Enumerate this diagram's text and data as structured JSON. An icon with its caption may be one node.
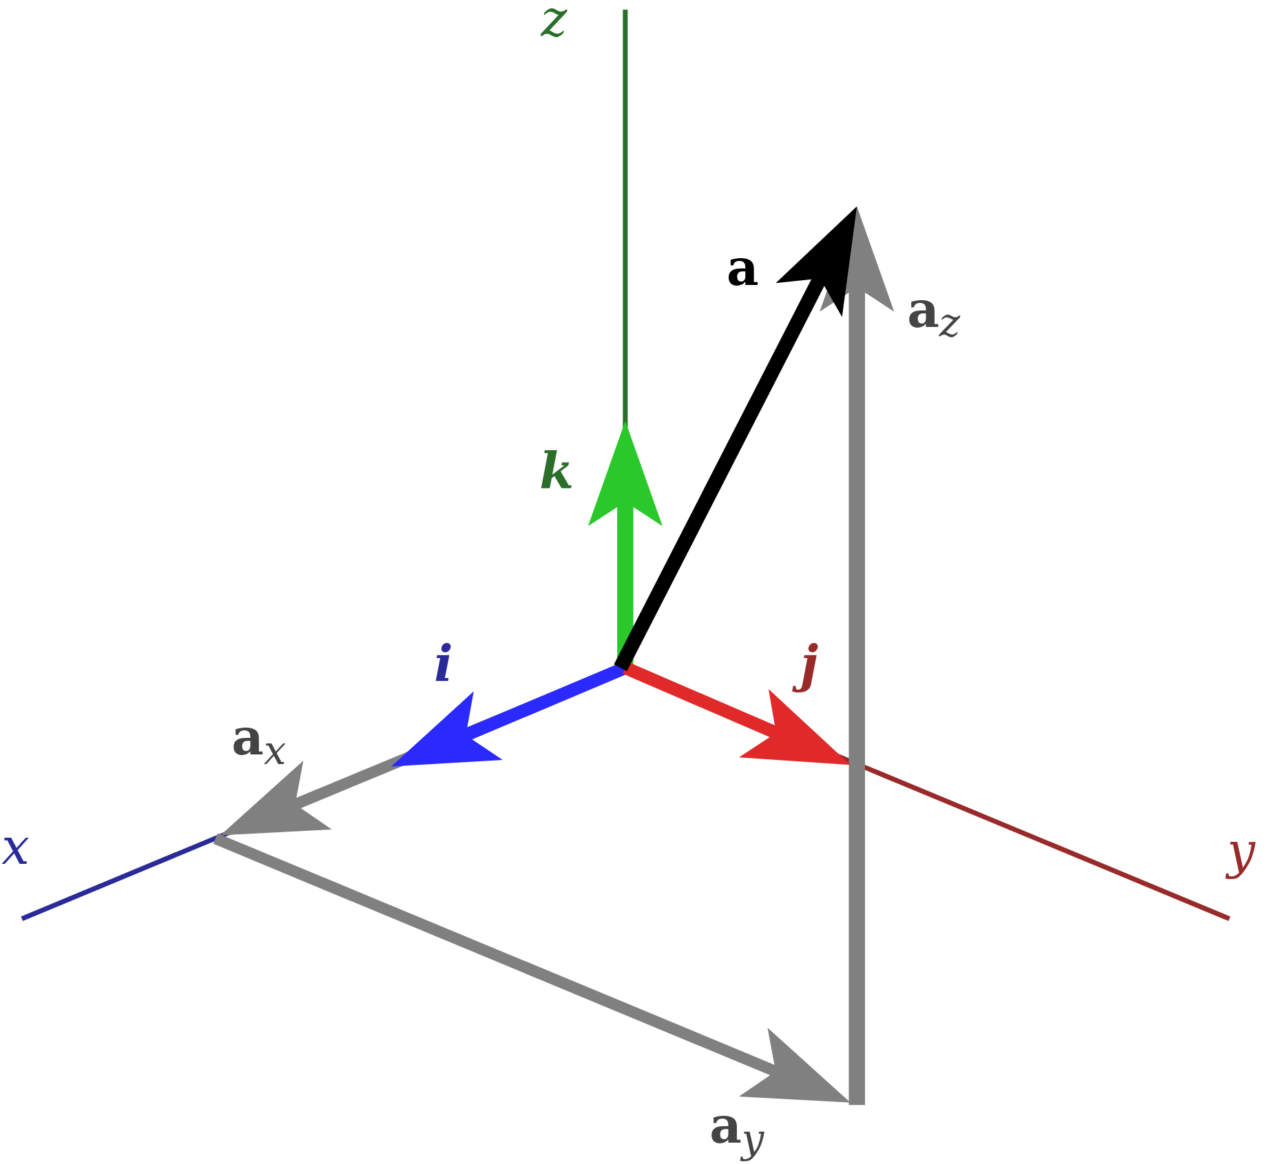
{
  "diagram": {
    "labels": [
      "z",
      "**a**",
      "**a**$_{z}$",
      "k",
      "i",
      "j",
      "**a**$_{x}$",
      "x",
      "y",
      "**a**$_{y}$"
    ]
  }
}
